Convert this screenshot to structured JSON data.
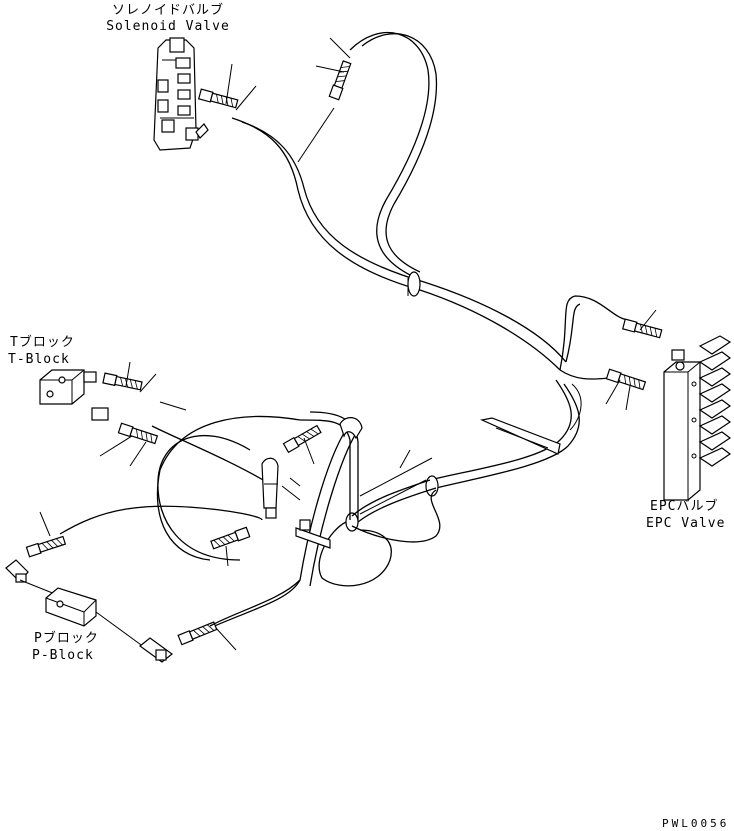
{
  "labels": {
    "solenoid_valve_jp": "ソレノイドバルブ",
    "solenoid_valve_en": "Solenoid Valve",
    "t_block_jp": "Tブロック",
    "t_block_en": "T-Block",
    "epc_valve_jp": "EPCバルブ",
    "epc_valve_en": "EPC Valve",
    "p_block_jp": "Pブロック",
    "p_block_en": "P-Block",
    "drawing_code": "PWL0056"
  }
}
